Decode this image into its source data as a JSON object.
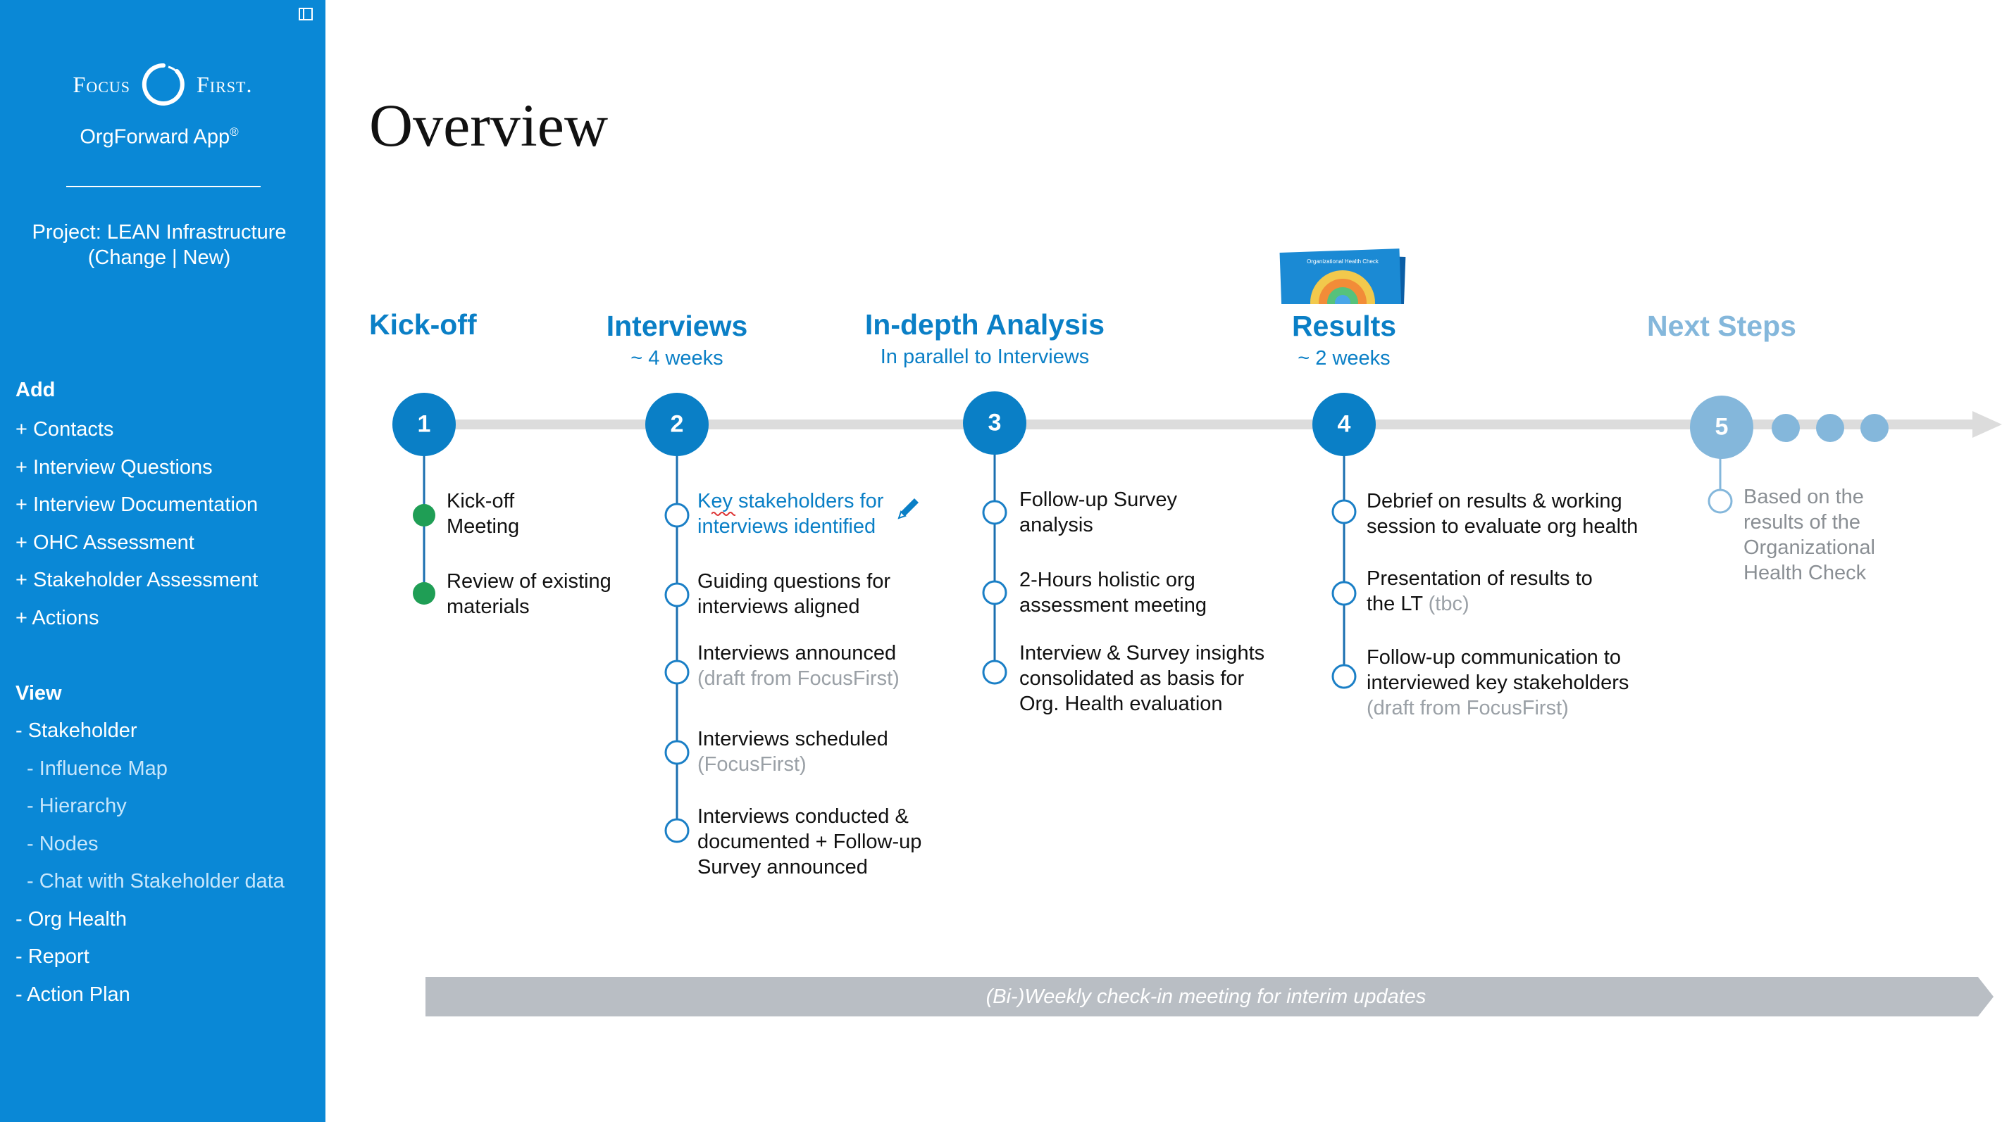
{
  "sidebar": {
    "logo_left": "Focus",
    "logo_right": "First.",
    "app_name": "OrgForward App",
    "app_mark": "®",
    "project_line1": "Project: LEAN Infrastructure",
    "project_line2": "(Change | New)",
    "add_heading": "Add",
    "add_items": [
      "+ Contacts",
      "+ Interview Questions",
      "+ Interview Documentation",
      "+ OHC Assessment",
      "+ Stakeholder Assessment",
      "+ Actions"
    ],
    "view_heading": "View",
    "view_items": [
      "- Stakeholder",
      "- Influence Map",
      "- Hierarchy",
      "- Nodes",
      "- Chat with Stakeholder data",
      "- Org Health",
      "- Report",
      "- Action Plan"
    ]
  },
  "main": {
    "title": "Overview",
    "phases": [
      {
        "title": "Kick-off",
        "subtitle": "",
        "step": "1"
      },
      {
        "title": "Interviews",
        "subtitle": "~ 4 weeks",
        "step": "2"
      },
      {
        "title": "In-depth Analysis",
        "subtitle": "In parallel to Interviews",
        "step": "3"
      },
      {
        "title": "Results",
        "subtitle": "~ 2 weeks",
        "step": "4"
      },
      {
        "title": "Next Steps",
        "subtitle": "",
        "step": "5"
      }
    ],
    "tasks": {
      "kickoff": [
        {
          "line1": "Kick-off",
          "line2": "Meeting"
        },
        {
          "line1": "Review of existing",
          "line2": "materials"
        }
      ],
      "interviews": [
        {
          "line1": "Key stakeholders for",
          "line2": "interviews identified"
        },
        {
          "line1": "Guiding questions for",
          "line2": "interviews aligned"
        },
        {
          "line1": "Interviews announced",
          "note": "(draft from FocusFirst)"
        },
        {
          "line1": "Interviews scheduled",
          "note": "(FocusFirst)"
        },
        {
          "line1": "Interviews conducted &",
          "line2": "documented + Follow-up",
          "line3": "Survey announced"
        }
      ],
      "analysis": [
        {
          "line1": "Follow-up Survey",
          "line2": "analysis"
        },
        {
          "line1": "2-Hours holistic org",
          "line2": "assessment meeting"
        },
        {
          "line1": "Interview & Survey insights",
          "line2": "consolidated as basis for",
          "line3": "Org. Health evaluation"
        }
      ],
      "results": [
        {
          "line1": "Debrief on results & working",
          "line2": "session to evaluate org health"
        },
        {
          "line1": "Presentation of results to",
          "line2": "the LT ",
          "note": "(tbc)"
        },
        {
          "line1": "Follow-up communication to",
          "line2": "interviewed key stakeholders",
          "note": "(draft from FocusFirst)"
        }
      ],
      "next": [
        {
          "line1": "Based on the",
          "line2": "results of the",
          "line3": "Organizational",
          "line4": "Health Check"
        }
      ]
    },
    "checkin_banner": "(Bi-)Weekly check-in meeting for interim updates",
    "report_thumb_caption": "Organizational Health Check"
  },
  "colors": {
    "sidebar_bg": "#0a88d6",
    "accent": "#0a7fc6",
    "step_fill": "#0a7fc6",
    "step_dim": "#84b7db",
    "done_dot": "#1f9e55",
    "track": "#dcdcdc",
    "banner": "#b9bec4"
  }
}
